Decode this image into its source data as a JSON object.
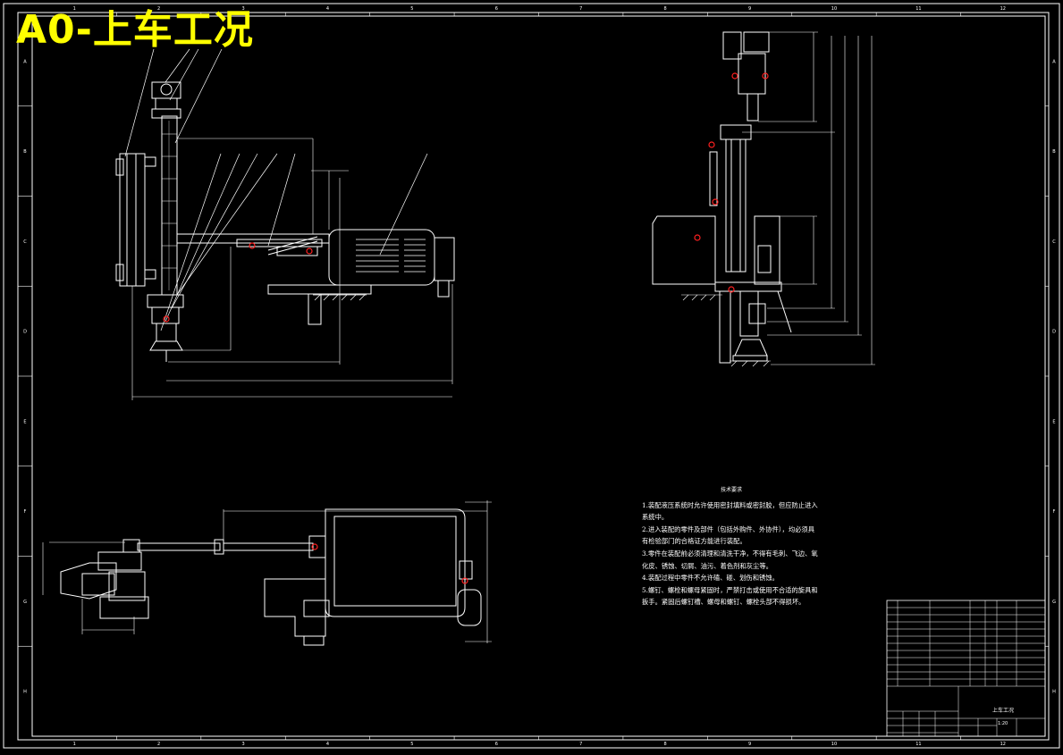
{
  "drawing": {
    "title": "A0-上车工况",
    "tb_title": "上车工况",
    "tb_ratio": "1:20"
  },
  "notes": {
    "title": "技术要求",
    "items": [
      "1.装配液压系统时允许使用密封填料或密封胶，但应防止进入系统中。",
      "2.进入装配的零件及部件（包括外购件、外协件），均必须具有检验部门的合格证方能进行装配。",
      "3.零件在装配前必须清理和清洗干净，不得有毛刺、飞边、氧化皮、锈蚀、切屑、油污、着色剂和灰尘等。",
      "4.装配过程中零件不允许磕、碰、划伤和锈蚀。",
      "5.螺钉、螺栓和螺母紧固时，严禁打击或使用不合适的旋具和扳手。紧固后螺钉槽、螺母和螺钉、螺栓头部不得损坏。"
    ]
  },
  "border": {
    "top_zones": [
      "1",
      "2",
      "3",
      "4",
      "5",
      "6",
      "7",
      "8",
      "9",
      "10",
      "11",
      "12"
    ],
    "side_zones": [
      "A",
      "B",
      "C",
      "D",
      "E",
      "F",
      "G",
      "H"
    ]
  }
}
